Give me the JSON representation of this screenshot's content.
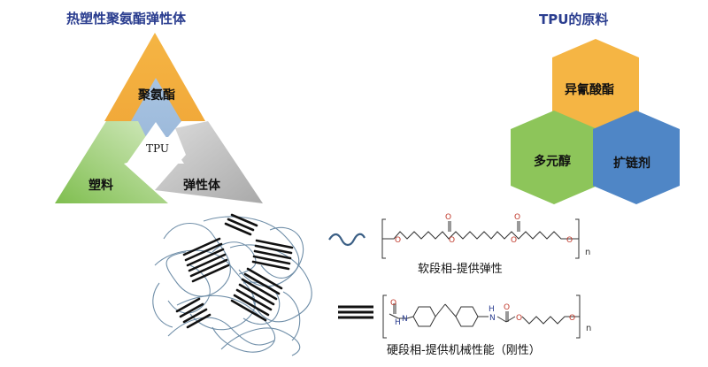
{
  "left_title": "热塑性聚氨酯弹性体",
  "right_title": "TPU的原料",
  "triangle": {
    "top": "聚氨酯",
    "left": "塑料",
    "right": "弹性体",
    "center": "TPU"
  },
  "hexagons": {
    "top": "异氰酸酯",
    "left": "多元醇",
    "right": "扩链剂"
  },
  "soft_segment": {
    "caption": "软段相-提供弹性",
    "subscript": "n"
  },
  "hard_segment": {
    "caption": "硬段相-提供机械性能（刚性）",
    "subscript": "n",
    "atom_H": "H",
    "atom_N": "N",
    "atom_O": "O"
  },
  "colors": {
    "title": "#2a3d8f",
    "orange": "#f5b544",
    "green": "#8dc55a",
    "blue": "#4f86c6",
    "gray": "#b8b8b8",
    "light_blue": "#a8c4e2"
  }
}
